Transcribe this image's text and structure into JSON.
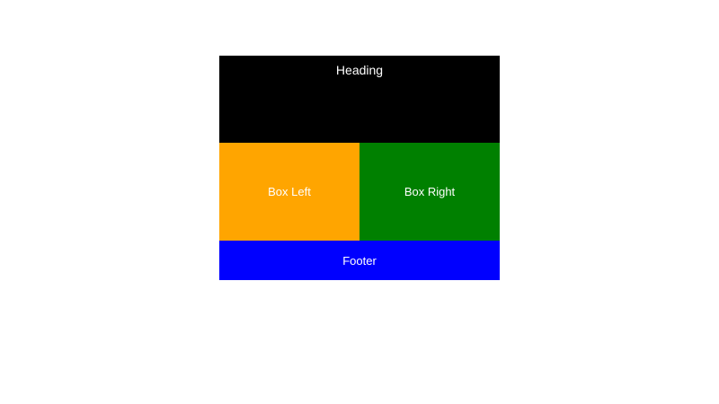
{
  "heading": {
    "text": "Heading",
    "color": "#000000"
  },
  "boxes": {
    "left": {
      "text": "Box Left",
      "color": "#ffa500"
    },
    "right": {
      "text": "Box Right",
      "color": "#008000"
    }
  },
  "footer": {
    "text": "Footer",
    "color": "#0000ff"
  }
}
